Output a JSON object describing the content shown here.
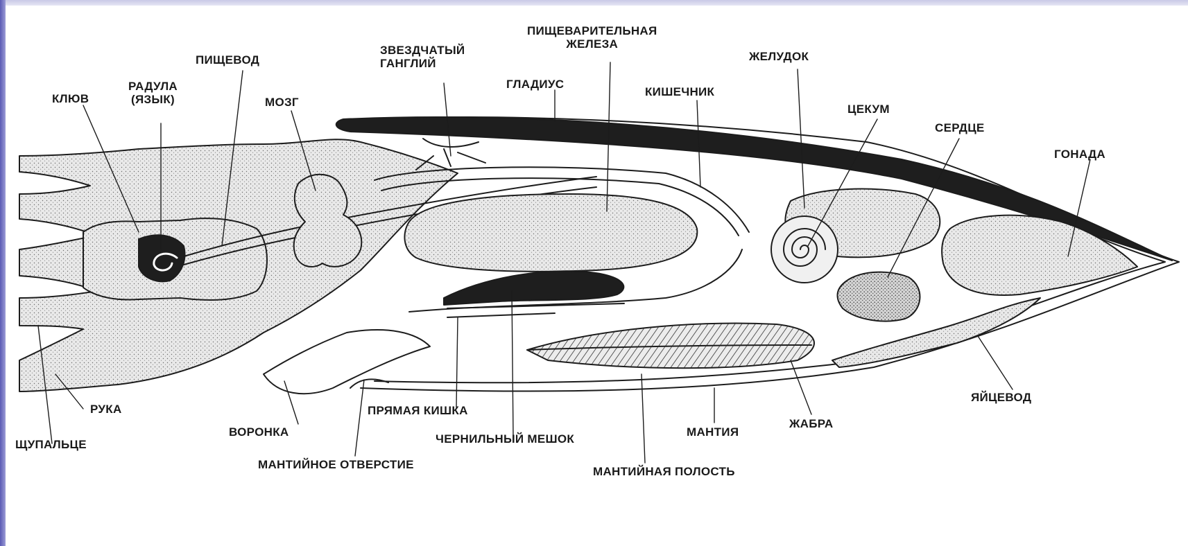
{
  "labels": {
    "beak": "КЛЮВ",
    "radula_line1": "РАДУЛА",
    "radula_line2": "(ЯЗЫК)",
    "esophagus": "ПИЩЕВОД",
    "brain": "МОЗГ",
    "stellate_line1": "ЗВЕЗДЧАТЫЙ",
    "stellate_line2": "ГАНГЛИЙ",
    "gladius": "ГЛАДИУС",
    "digestive_line1": "ПИЩЕВАРИТЕЛЬНАЯ",
    "digestive_line2": "ЖЕЛЕЗА",
    "intestine": "КИШЕЧНИК",
    "stomach": "ЖЕЛУДОК",
    "caecum": "ЦЕКУМ",
    "heart": "СЕРДЦЕ",
    "gonad": "ГОНАДА",
    "arm": "РУКА",
    "tentacle": "ЩУПАЛЬЦЕ",
    "funnel": "ВОРОНКА",
    "mantle_opening": "МАНТИЙНОЕ ОТВЕРСТИЕ",
    "rectum": "ПРЯМАЯ КИШКА",
    "ink_sac": "ЧЕРНИЛЬНЫЙ МЕШОК",
    "mantle_cavity": "МАНТИЙНАЯ ПОЛОСТЬ",
    "mantle": "МАНТИЯ",
    "gill": "ЖАБРА",
    "oviduct": "ЯЙЦЕВОД"
  }
}
